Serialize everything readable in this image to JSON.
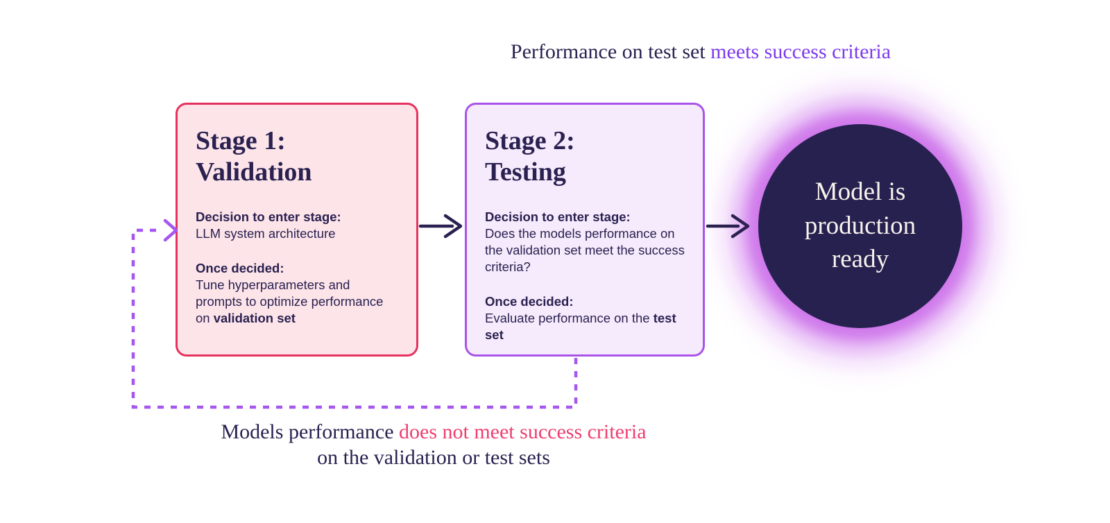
{
  "colors": {
    "navy_text": "#2A2150",
    "purple_accent": "#7C3AED",
    "pink_accent": "#EF3E6E",
    "stage1_fill": "#FCE4E9",
    "stage1_border": "#E5325E",
    "stage2_fill": "#F6EBFC",
    "stage2_border": "#A953E8",
    "dashed_loop": "#A657EF",
    "circle_fill": "#272150",
    "circle_text": "#F8F3EC",
    "glow": "#CD72EA"
  },
  "top_caption": {
    "prefix": "Performance on test set ",
    "highlight": "meets success criteria"
  },
  "stage1": {
    "title_line1": "Stage 1:",
    "title_line2": "Validation",
    "decision_label": "Decision to enter stage:",
    "decision_text": "LLM system architecture",
    "once_label": "Once decided:",
    "once_prefix": "Tune hyperparameters and prompts to optimize performance on ",
    "once_bold": "validation set"
  },
  "stage2": {
    "title_line1": "Stage 2:",
    "title_line2": "Testing",
    "decision_label": "Decision to enter stage:",
    "decision_text": "Does the models performance on the validation set meet the success criteria?",
    "once_label": "Once decided:",
    "once_prefix": "Evaluate performance on the ",
    "once_bold": "test set"
  },
  "result": {
    "lines": [
      "Model is",
      "production",
      "ready"
    ]
  },
  "bottom_caption": {
    "prefix": "Models performance ",
    "highlight": "does not meet success criteria",
    "line2": "on the validation or test sets"
  }
}
